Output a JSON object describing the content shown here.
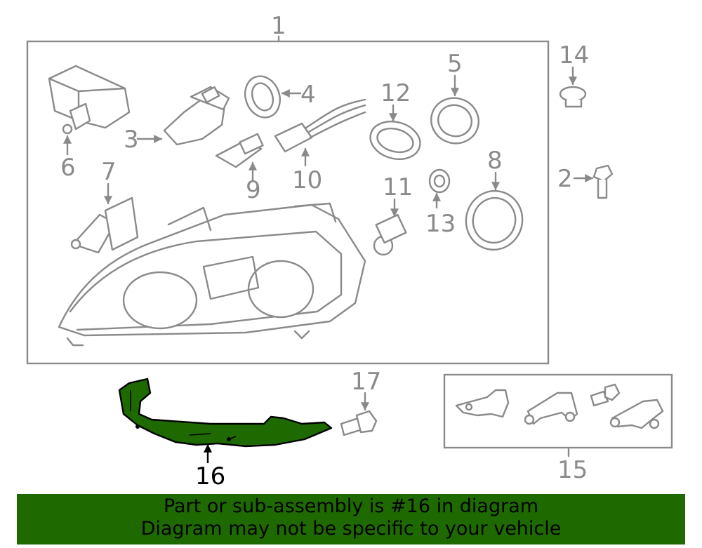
{
  "callouts": {
    "c1": "1",
    "c2": "2",
    "c3": "3",
    "c4": "4",
    "c5": "5",
    "c6": "6",
    "c7": "7",
    "c8": "8",
    "c9": "9",
    "c10": "10",
    "c11": "11",
    "c12": "12",
    "c13": "13",
    "c14": "14",
    "c15": "15",
    "c16": "16",
    "c17": "17"
  },
  "highlight": {
    "part_number": "16",
    "color": "#1e6a00"
  },
  "banner": {
    "line1": "Part or sub-assembly is #16 in diagram",
    "line2": "Diagram may not be specific to your vehicle"
  }
}
